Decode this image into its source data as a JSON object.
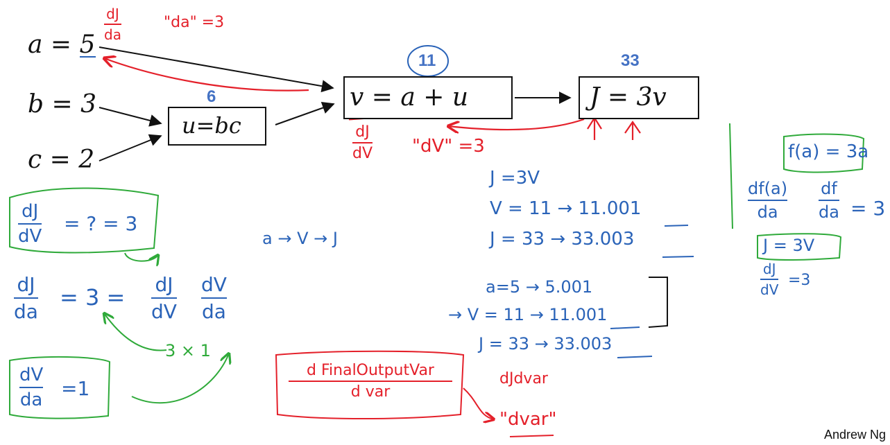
{
  "inputs": {
    "a": "a = 5",
    "b": "b = 3",
    "c": "c = 2"
  },
  "nodes": {
    "u": "u=bc",
    "v": "v = a + u",
    "j": "J = 3v"
  },
  "values": {
    "u": "6",
    "v": "11",
    "j": "33"
  },
  "notes": {
    "dj_da_frac_num": "dJ",
    "dj_da_frac_den": "da",
    "da_equals": "\"da\" =3",
    "dj_dv_frac_num": "dJ",
    "dj_dv_frac_den": "dV",
    "dv_equals": "\"dV\" =3",
    "j_eq": "J =3V",
    "v_eq": "V = 11  → 11.001",
    "j_eq2": "J = 33  → 33.003",
    "chain": "a → V → J",
    "a_eq": "a=5 → 5.001",
    "v_eq2": "→ V = 11 → 11.001",
    "j_eq3": "J = 33 → 33.003",
    "boxed_dj_dv_num": "dJ",
    "boxed_dj_dv_den": "dV",
    "boxed_dj_dv_rest": "= ? = 3",
    "chain_lhs_num": "dJ",
    "chain_lhs_den": "da",
    "chain_eq": "= 3 =",
    "chain_r1_num": "dJ",
    "chain_r1_den": "dV",
    "chain_r2_num": "dV",
    "chain_r2_den": "da",
    "chain_mult": "3 × 1",
    "dv_da_num": "dV",
    "dv_da_den": "da",
    "dv_da_rest": "=1",
    "final_num": "d FinalOutputVar",
    "final_den": "d var",
    "dvar": "\"dvar\"",
    "djdvar": "dJdvar",
    "side_f": "f(a) = 3a",
    "side_df_num": "df(a)",
    "side_df_den": "da",
    "side_df2_num": "df",
    "side_df2_den": "da",
    "side_df_rest": "= 3",
    "side_j": "J = 3V",
    "side_dj_num": "dJ",
    "side_dj_den": "dV",
    "side_dj_rest": "=3"
  },
  "credit": "Andrew Ng"
}
